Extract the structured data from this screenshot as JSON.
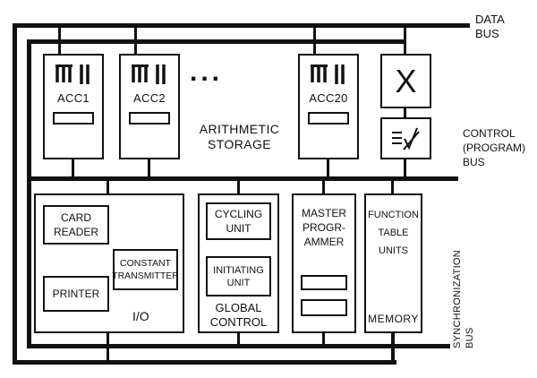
{
  "buses": {
    "data": {
      "l1": "DATA",
      "l2": "BUS"
    },
    "control": {
      "l1": "CONTROL",
      "l2": "(PROGRAM)",
      "l3": "BUS"
    },
    "sync": {
      "l1": "SYNCHRONIZATION",
      "l2": "BUS"
    }
  },
  "storage": {
    "title_l1": "ARITHMETIC",
    "title_l2": "STORAGE",
    "ellipsis": "..."
  },
  "accumulators": [
    {
      "label": "ACC1"
    },
    {
      "label": "ACC2"
    },
    {
      "label": "ACC20"
    }
  ],
  "multiplier": {
    "symbol": "X"
  },
  "io": {
    "card_reader_l1": "CARD",
    "card_reader_l2": "READER",
    "printer": "PRINTER",
    "constant_transmitter_l1": "CONSTANT",
    "constant_transmitter_l2": "TRANSMITTER",
    "label": "I/O"
  },
  "global_control": {
    "cycling_l1": "CYCLING",
    "cycling_l2": "UNIT",
    "initiating_l1": "INITIATING",
    "initiating_l2": "UNIT",
    "label_l1": "GLOBAL",
    "label_l2": "CONTROL"
  },
  "master_programmer": {
    "l1": "MASTER",
    "l2": "PROGR-",
    "l3": "AMMER"
  },
  "function_tables": {
    "l1": "FUNCTION",
    "l2": "TABLE",
    "l3": "UNITS",
    "label": "MEMORY"
  },
  "icons": {
    "accumulator_tubes": "vacuum-tube-bank-bars",
    "divider_square_rooter": "dashes-with-sqrt-slash",
    "multiplier": "x-cross"
  },
  "colors": {
    "line": "#111111",
    "background": "#ffffff",
    "text": "#111111"
  }
}
